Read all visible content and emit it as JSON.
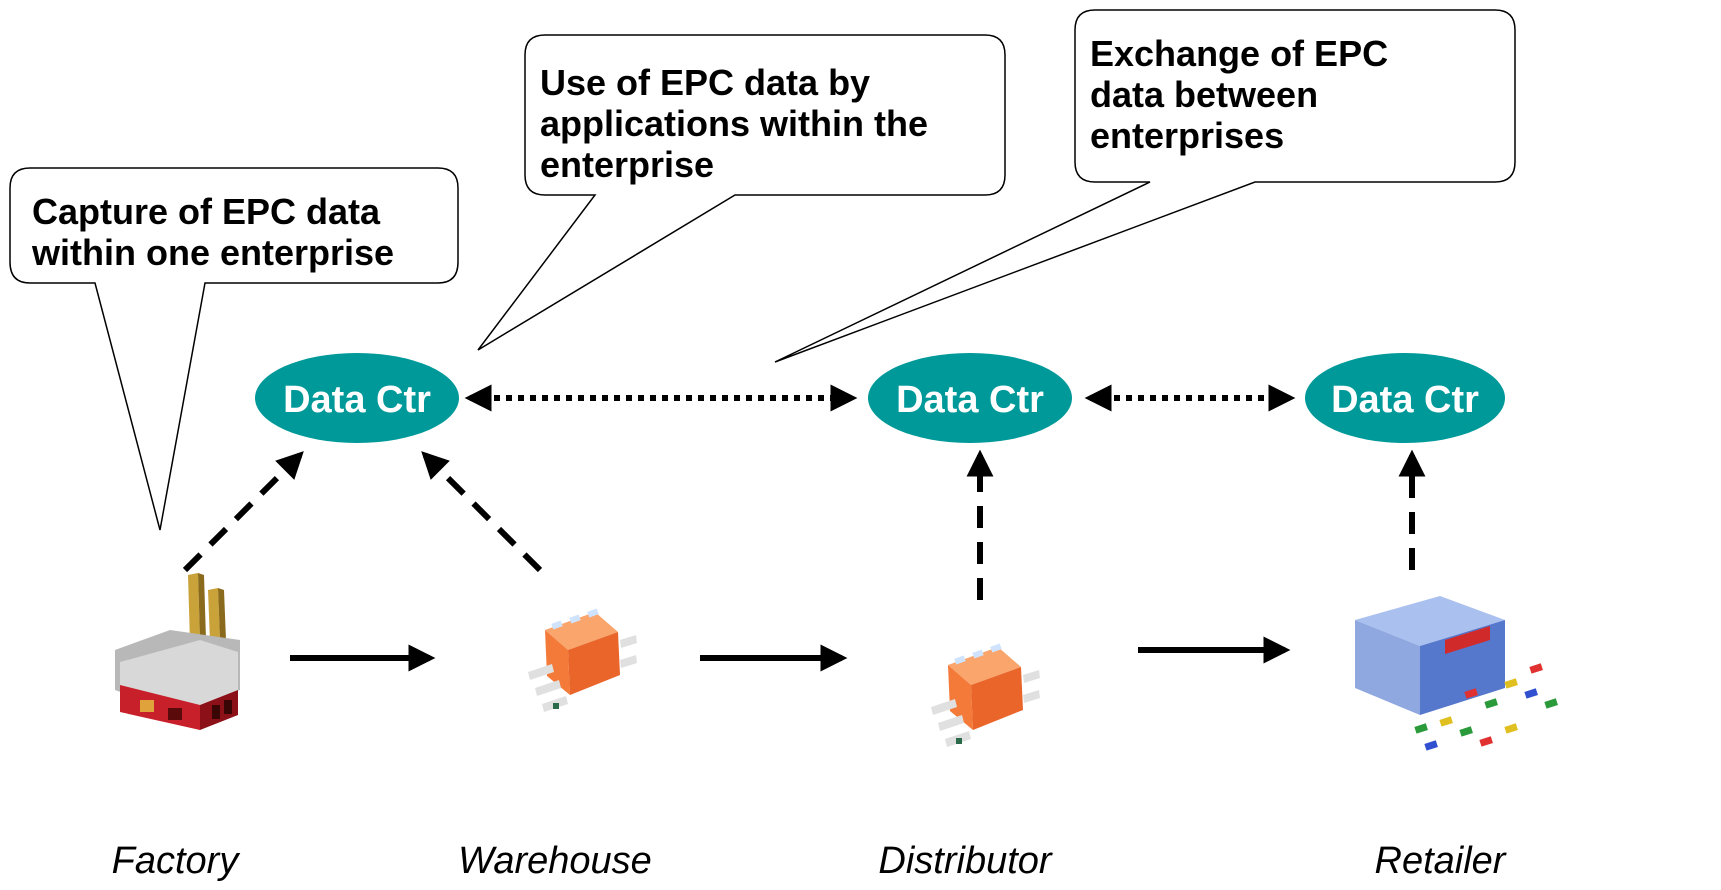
{
  "callouts": {
    "capture": [
      "Capture of EPC data",
      "within one enterprise"
    ],
    "use": [
      "Use of EPC data by",
      "applications within the",
      "enterprise"
    ],
    "exchange": [
      "Exchange of EPC",
      "data between",
      "enterprises"
    ]
  },
  "data_centers": {
    "left": "Data Ctr",
    "middle": "Data Ctr",
    "right": "Data Ctr"
  },
  "sites": {
    "factory": "Factory",
    "warehouse": "Warehouse",
    "distributor": "Distributor",
    "retailer": "Retailer"
  },
  "colors": {
    "data_center_fill": "#009999",
    "arrow": "#000000",
    "factory_wall": "#c8202a",
    "warehouse_wall": "#f47a3a",
    "retailer_building": "#5577cc"
  }
}
